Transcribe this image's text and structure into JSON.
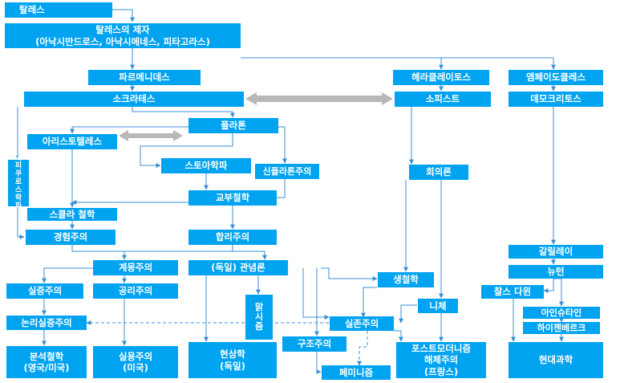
{
  "nodes": {
    "thales": "탈레스",
    "disciples_line1": "탈레스의 제자",
    "disciples_line2": "(아낙시만드로스, 아낙시메네스, 피타고라스)",
    "parmenides": "파르메니데스",
    "heraclitus": "헤라클레이토스",
    "empedocles": "엠페이도클레스",
    "socrates": "소크라테스",
    "sophists": "소피스트",
    "democritus": "데모크리토스",
    "plato": "플라톤",
    "aristotle": "아리스토텔레스",
    "epicurus": "에피쿠로스 학파",
    "stoics": "스토아학파",
    "neoplatonism": "신플라톤주의",
    "skepticism": "회의론",
    "patristics": "교부철학",
    "scholastic": "스콜라 철학",
    "empiricism": "경험주의",
    "rationalism": "합리주의",
    "galileo": "갈릴레이",
    "newton": "뉴턴",
    "enlightenment": "계몽주의",
    "idealism": "(독일) 관념론",
    "lifephil": "생철학",
    "positivism": "실증주의",
    "utilitarianism": "공리주의",
    "darwin": "찰스 다윈",
    "marxism": "맑시즘",
    "nietzsche": "니체",
    "einstein": "아인슈타인",
    "logpos": "논리실증주의",
    "existentialism": "실존주의",
    "heisenberg": "하이젠베르크",
    "structuralism": "구조주의",
    "analytic_line1": "분석철학",
    "analytic_line2": "(영국/미국)",
    "pragmatism_line1": "실용주의",
    "pragmatism_line2": "(미국)",
    "phenomenology_line1": "현상학",
    "phenomenology_line2": "(독일)",
    "postmod_line1": "포스트모더니즘",
    "postmod_line2": "해체주의",
    "postmod_line3": "(프랑스)",
    "feminism": "페미니즘",
    "modernscience": "현대과학"
  },
  "colors": {
    "node_fill": "#00a3f0",
    "node_text": "#ffffff",
    "connector": "#3a8fd4",
    "opposition_arrow": "#b8b8b8"
  }
}
